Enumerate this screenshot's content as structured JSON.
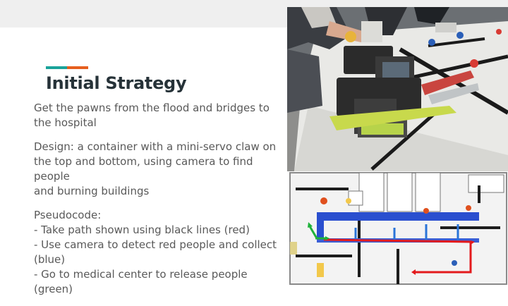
{
  "slide": {
    "title": "Initial Strategy",
    "accent_colors": {
      "teal": "#1aa39a",
      "orange": "#e65f1e"
    },
    "paragraphs": [
      "Get the pawns from the flood and bridges to\nthe hospital",
      "Design: a container with a mini-servo claw on\nthe top and bottom, using camera to find people\nand burning buildings",
      "Pseudocode:\n- Take path shown using black lines (red)\n- Use camera to detect red people and collect\n(blue)\n- Go to medical center to release people (green)"
    ]
  },
  "images": {
    "robot_photo": "robot-photo",
    "field_map": "field-map"
  },
  "map_colors": {
    "path": "#e31a1c",
    "collect": "#2a74d8",
    "release": "#1fb23a",
    "walls": "#1d1d1d"
  }
}
